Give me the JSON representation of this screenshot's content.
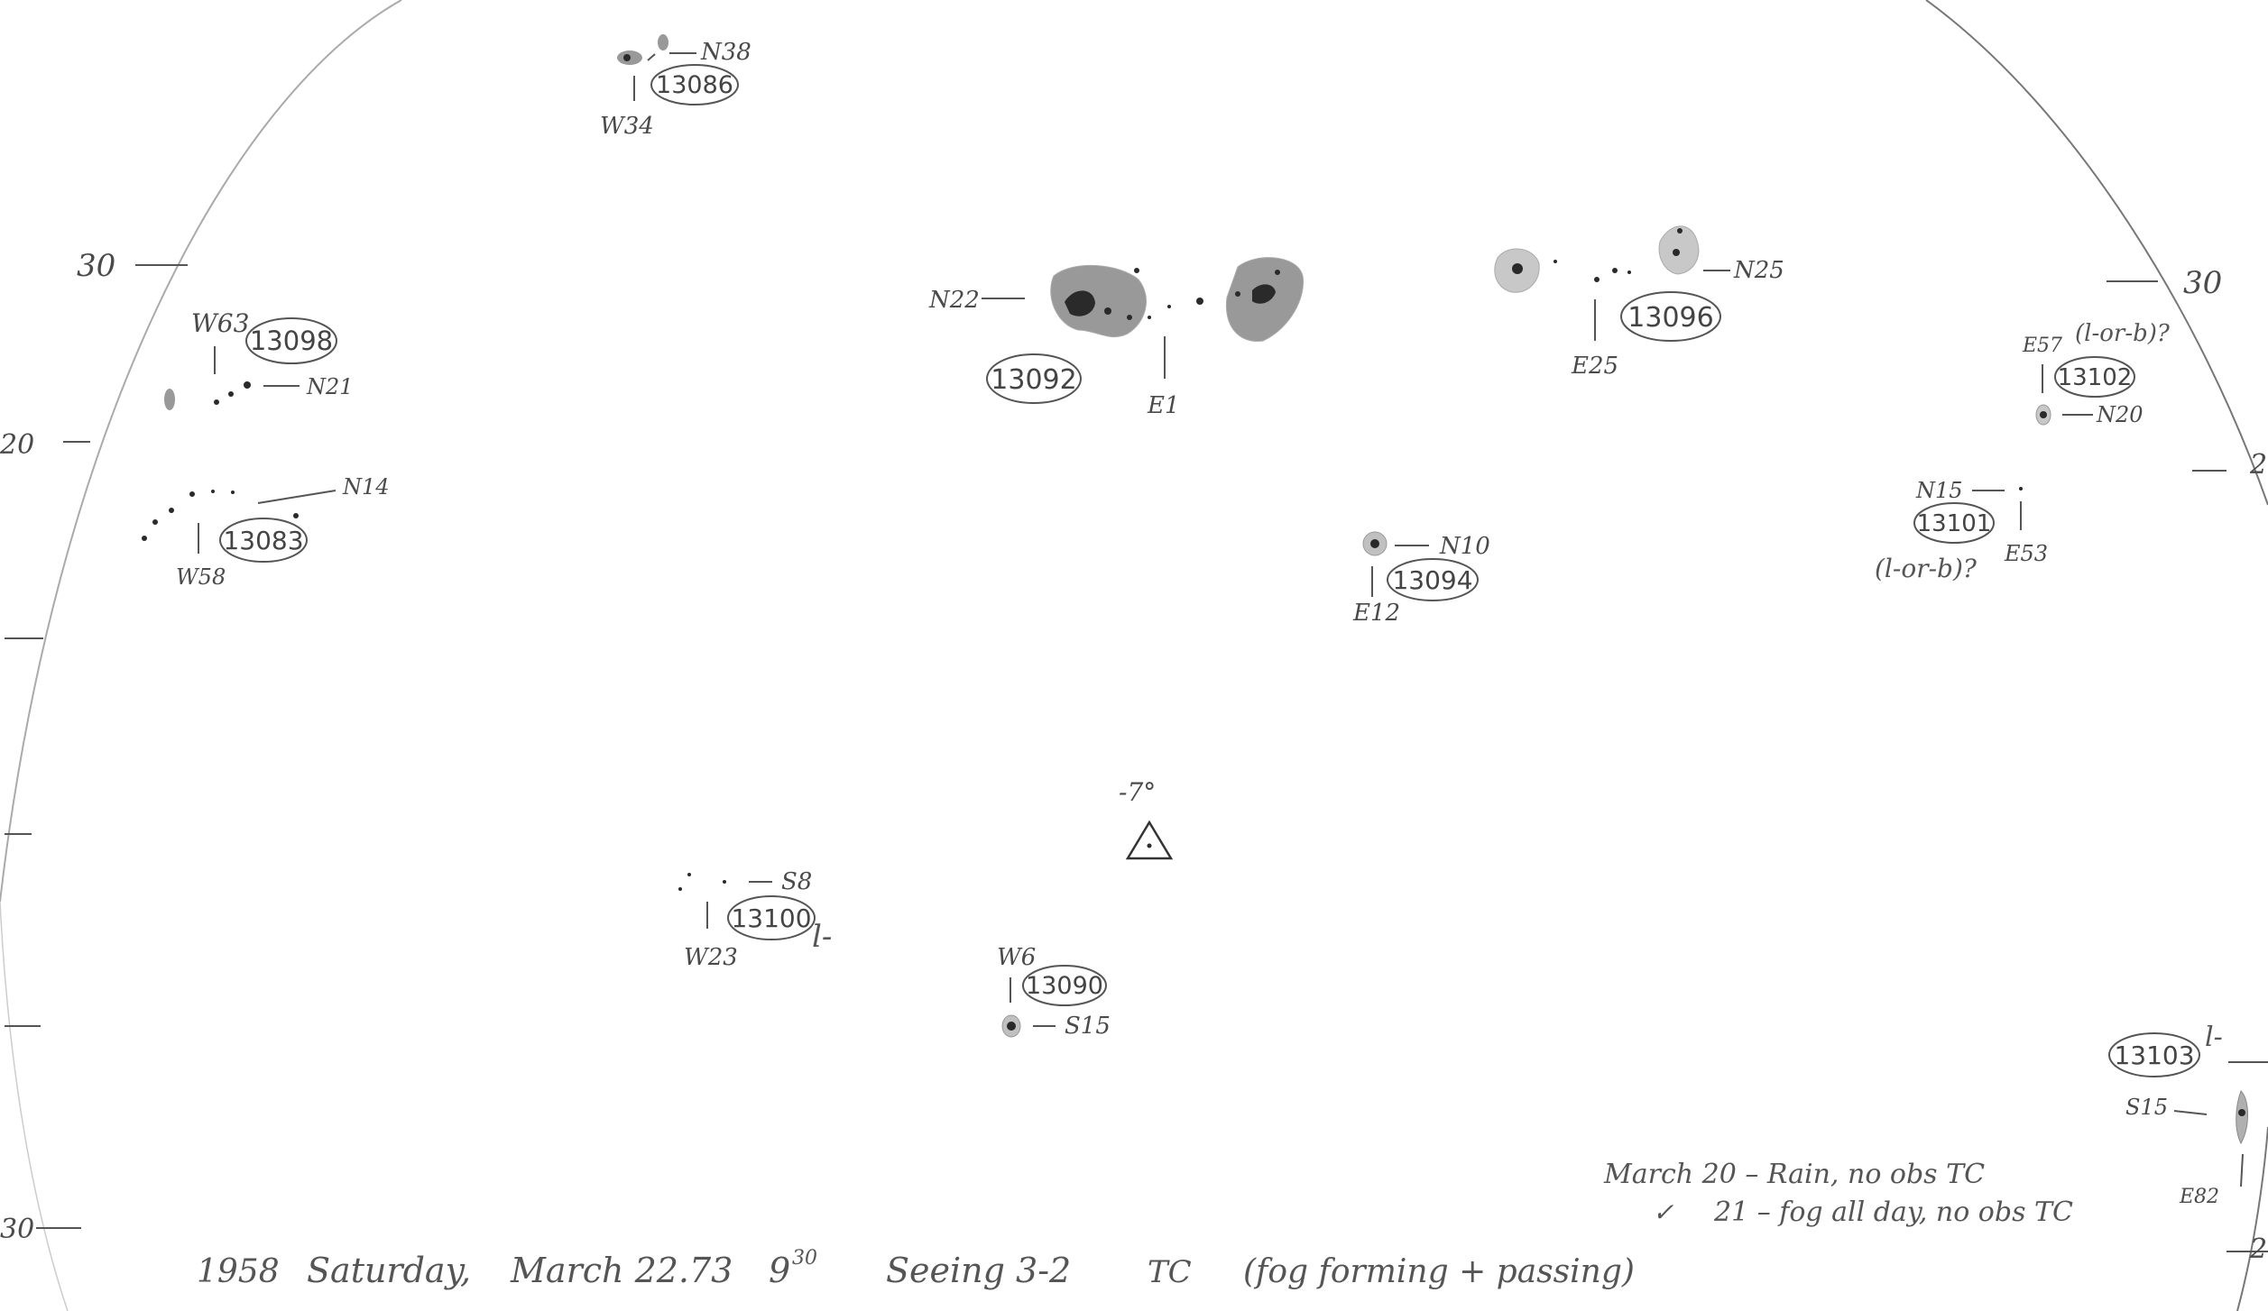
{
  "scale_labels": {
    "left_30": "30",
    "left_20": "20",
    "left_bottom": "30",
    "right_30": "30",
    "right_20": "2",
    "right_bottom": "2"
  },
  "regions": [
    {
      "number": "13086",
      "lat": "N38",
      "lon": "W34"
    },
    {
      "number": "13098",
      "lat": "N21",
      "lon": "W63"
    },
    {
      "number": "13083",
      "lat": "N14",
      "lon": "W58"
    },
    {
      "number": "13092",
      "lat": "N22",
      "lon": "E1"
    },
    {
      "number": "13096",
      "lat": "N25",
      "lon": "E25"
    },
    {
      "number": "13102",
      "lat": "N20",
      "lon": "E57",
      "note": "(l-or-b)?"
    },
    {
      "number": "13101",
      "lat": "N15",
      "lon": "E53",
      "note": "(l-or-b)?"
    },
    {
      "number": "13094",
      "lat": "N10",
      "lon": "E12"
    },
    {
      "number": "13100",
      "lat": "S8",
      "lon": "W23",
      "note": "l-"
    },
    {
      "number": "13090",
      "lat": "S15",
      "lon": "W6"
    },
    {
      "number": "13103",
      "lat": "S15",
      "lon": "E82",
      "note": "l-"
    }
  ],
  "center_marker": {
    "label": "-7°"
  },
  "notes": {
    "line1": "March 20 – Rain, no obs TC",
    "line2_check": "✓",
    "line2": "21 – fog all day, no obs TC"
  },
  "footer": {
    "year": "1958",
    "day": "Saturday,",
    "date": "March 22.73",
    "time": "9",
    "time_sup": "30",
    "seeing": "Seeing 3-2",
    "observer": "TC",
    "conditions": "(fog forming + passing)"
  }
}
